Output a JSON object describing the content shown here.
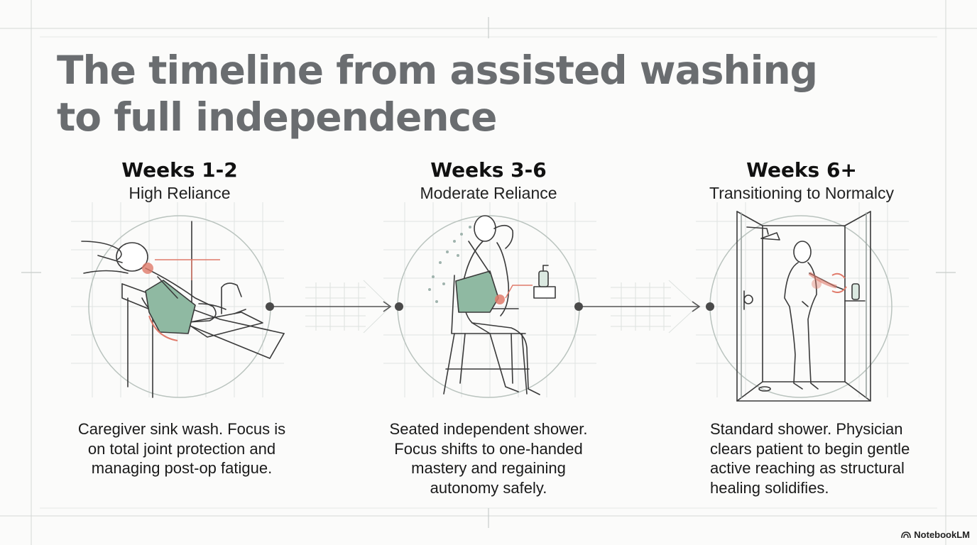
{
  "title": {
    "line1": "The timeline from assisted washing",
    "line2": "to full independence"
  },
  "stages": [
    {
      "weeks": "Weeks 1-2",
      "reliance": "High Reliance",
      "description": "Caregiver sink wash. Focus is on total joint protection and managing post-op fatigue."
    },
    {
      "weeks": "Weeks 3-6",
      "reliance": "Moderate Reliance",
      "description": "Seated independent shower. Focus shifts to one-handed mastery and regaining autonomy safely."
    },
    {
      "weeks": "Weeks 6+",
      "reliance": "Transitioning to Normalcy",
      "description": "Standard shower. Physician clears patient to begin gentle active reaching as structural healing solidifies."
    }
  ],
  "brand": {
    "label": "NotebookLM",
    "icon": "notebooklm-icon"
  },
  "colors": {
    "title": "#6a6d70",
    "sling": "#8fb9a2",
    "highlight": "#e07a6a",
    "line": "#b9c3be"
  }
}
